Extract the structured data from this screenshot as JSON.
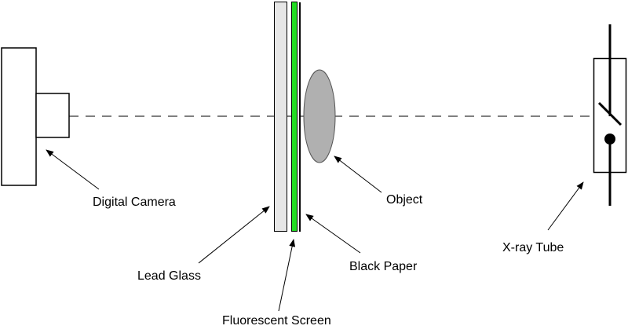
{
  "diagram": {
    "title": "X-ray imaging setup",
    "colors": {
      "lead_glass": "#e6e6e6",
      "fluorescent_screen": "#22dd22",
      "object": "#b0b0b0",
      "stroke": "#000000"
    },
    "components": {
      "camera": {
        "label": "Digital Camera",
        "icon": "camera-icon"
      },
      "lead_glass": {
        "label": "Lead Glass"
      },
      "fluorescent_screen": {
        "label": "Fluorescent Screen"
      },
      "black_paper": {
        "label": "Black Paper"
      },
      "object": {
        "label": "Object"
      },
      "xray_tube": {
        "label": "X-ray Tube",
        "icon": "xray-tube-icon"
      }
    }
  }
}
